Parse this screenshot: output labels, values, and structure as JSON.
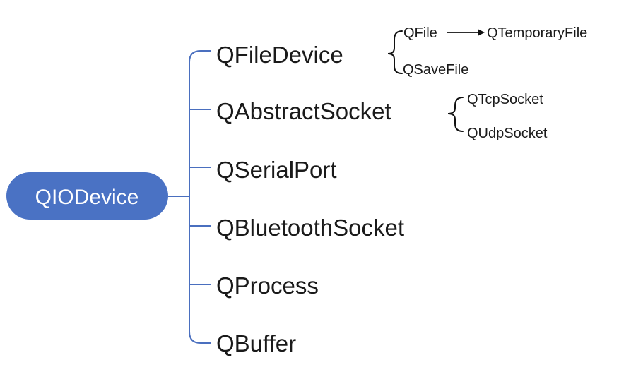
{
  "root": {
    "label": "QIODevice"
  },
  "children": [
    {
      "label": "QFileDevice"
    },
    {
      "label": "QAbstractSocket"
    },
    {
      "label": "QSerialPort"
    },
    {
      "label": "QBluetoothSocket"
    },
    {
      "label": "QProcess"
    },
    {
      "label": "QBuffer"
    }
  ],
  "file_device_subclasses": {
    "qfile": "QFile",
    "qtemporaryfile": "QTemporaryFile",
    "qsavefile": "QSaveFile"
  },
  "socket_subclasses": {
    "qtcpsocket": "QTcpSocket",
    "qudpsocket": "QUdpSocket"
  },
  "colors": {
    "root_fill": "#4a72c4",
    "connector": "#4a6fbf",
    "text": "#1a1a1a"
  }
}
